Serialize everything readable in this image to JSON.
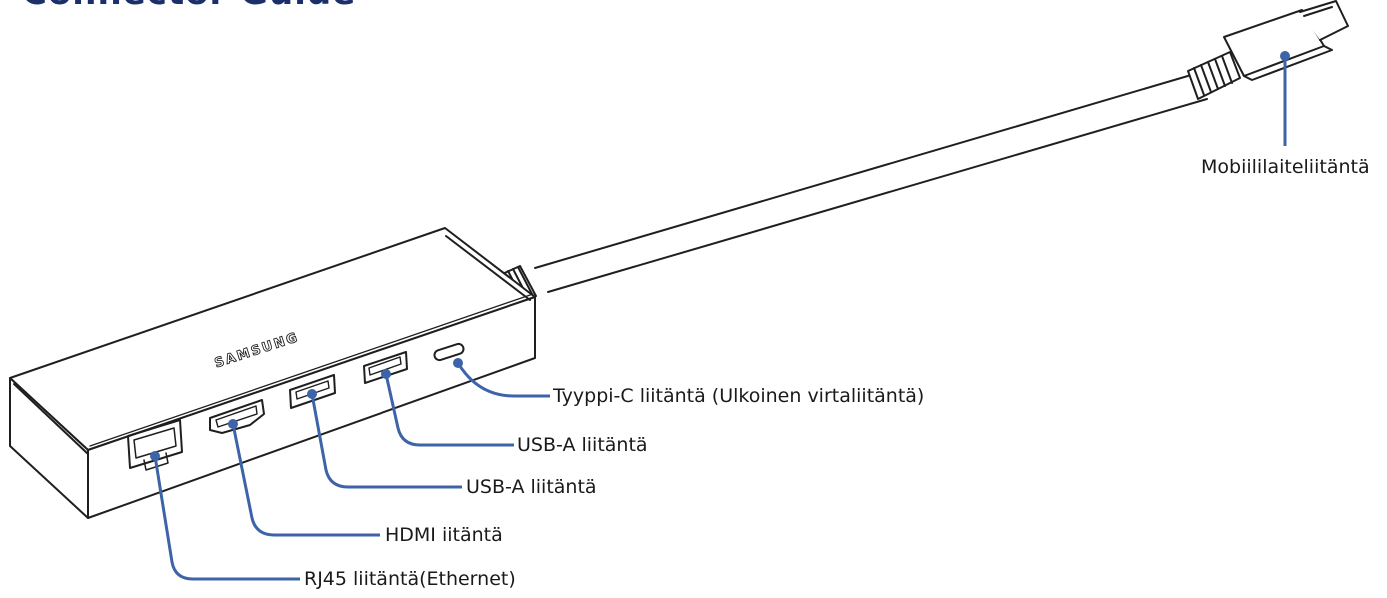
{
  "diagram": {
    "header_title": "Connector Guide",
    "brand_text": "SAMSUNG",
    "accent_color": "#3d63a8",
    "outline_color": "#1f1f1f",
    "labels": {
      "mobile": "Mobiililaiteliitäntä",
      "type_c": "Tyyppi-C liitäntä (Ulkoinen virtaliitäntä)",
      "usb_a_1": "USB-A liitäntä",
      "usb_a_2": "USB-A liitäntä",
      "hdmi": "HDMI iitäntä",
      "rj45": "RJ45 liitäntä(Ethernet)"
    }
  }
}
